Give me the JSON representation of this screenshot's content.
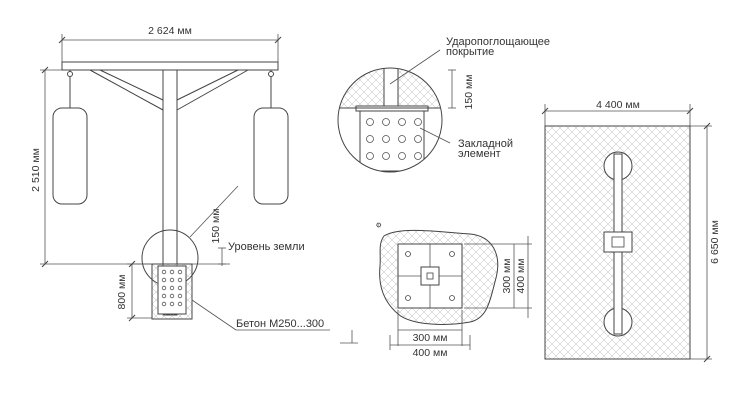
{
  "front_view": {
    "width_dim": "2 624 мм",
    "height_dim": "2 510 мм",
    "embed_dim": "150 мм",
    "ground_label": "Уровень земли",
    "foundation_depth_dim": "800 мм",
    "concrete_label": "Бетон М250...300"
  },
  "detail_view": {
    "coating_label": "Ударопоглощающее покрытие",
    "depth_dim": "150 мм",
    "embed_label": "Закладной элемент"
  },
  "plan_detail": {
    "inner_dim_h": "300 мм",
    "outer_dim_h": "400 мм",
    "inner_dim_v": "300 мм",
    "outer_dim_v": "400 мм"
  },
  "zone_plan": {
    "width_dim": "4 400 мм",
    "height_dim": "6 650 мм"
  }
}
